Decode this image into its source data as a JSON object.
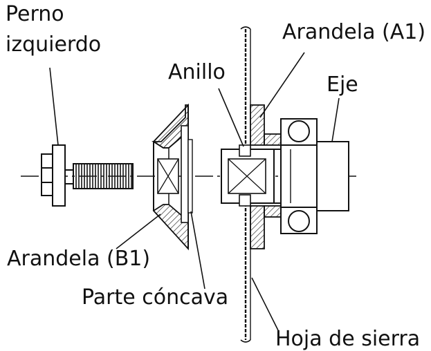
{
  "labels": {
    "perno_line1": "Perno",
    "perno_line2": "izquierdo",
    "arandela_a1": "Arandela (A1)",
    "anillo": "Anillo",
    "eje": "Eje",
    "arandela_b1": "Arandela (B1)",
    "parte_concava": "Parte cóncava",
    "hoja_de_sierra": "Hoja de sierra"
  },
  "colors": {
    "line": "#111111",
    "background": "#ffffff"
  }
}
